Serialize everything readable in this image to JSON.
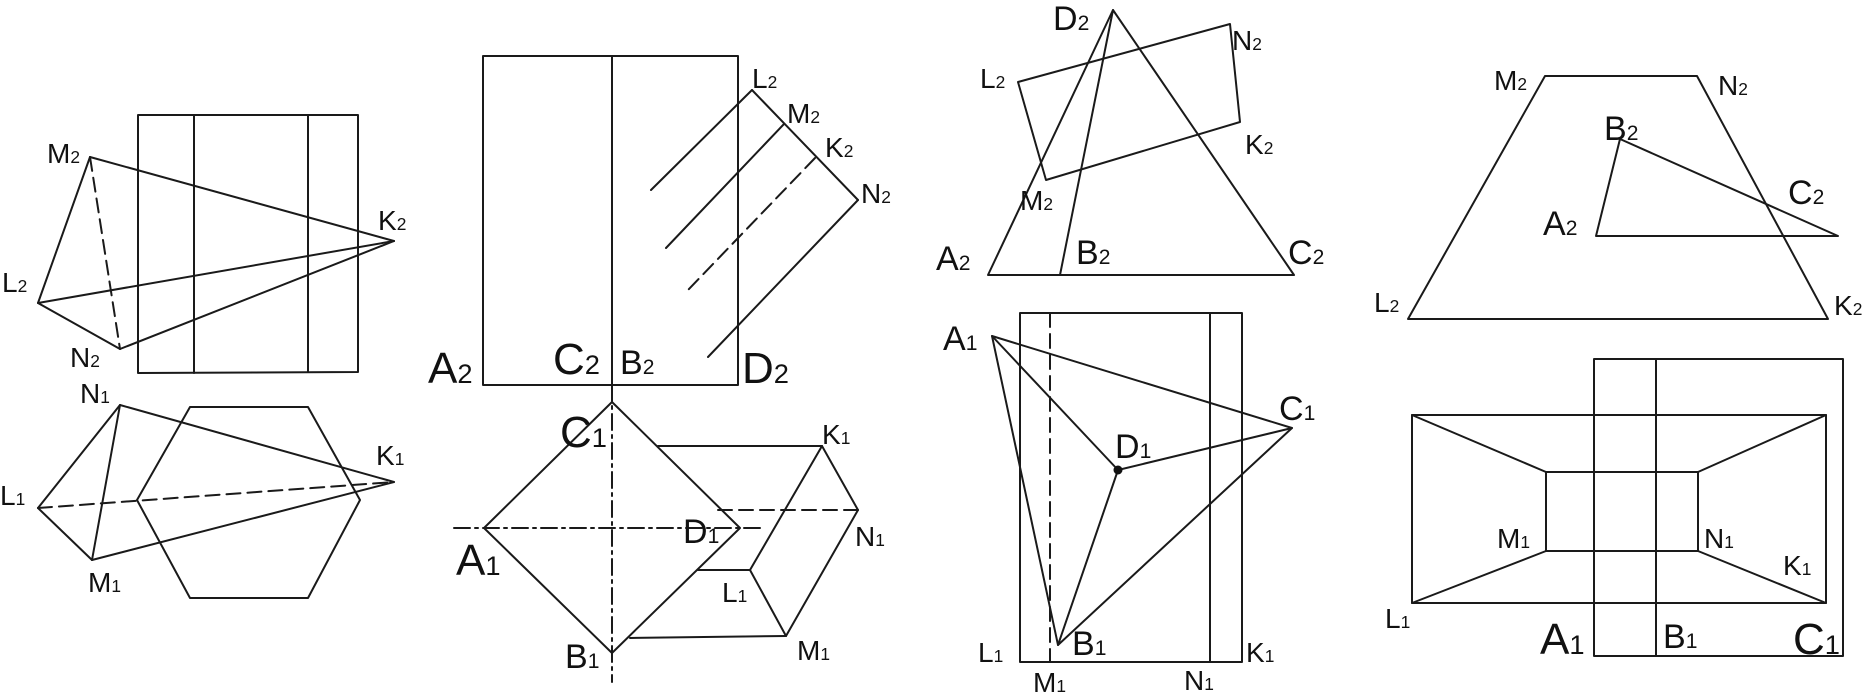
{
  "figures": [
    {
      "id": "fig1",
      "labels": {
        "M2": {
          "letter": "M",
          "index": "2"
        },
        "K2": {
          "letter": "K",
          "index": "2"
        },
        "L2": {
          "letter": "L",
          "index": "2"
        },
        "N2": {
          "letter": "N",
          "index": "2"
        },
        "N1": {
          "letter": "N",
          "index": "1"
        },
        "K1": {
          "letter": "K",
          "index": "1"
        },
        "L1": {
          "letter": "L",
          "index": "1"
        },
        "M1": {
          "letter": "M",
          "index": "1"
        }
      }
    },
    {
      "id": "fig2",
      "labels": {
        "L2": {
          "letter": "L",
          "index": "2"
        },
        "M2": {
          "letter": "M",
          "index": "2"
        },
        "K2": {
          "letter": "K",
          "index": "2"
        },
        "N2": {
          "letter": "N",
          "index": "2"
        },
        "A2": {
          "letter": "A",
          "index": "2"
        },
        "C2": {
          "letter": "C",
          "index": "2"
        },
        "B2": {
          "letter": "B",
          "index": "2"
        },
        "D2": {
          "letter": "D",
          "index": "2"
        },
        "C1": {
          "letter": "C",
          "index": "1"
        },
        "K1": {
          "letter": "K",
          "index": "1"
        },
        "A1": {
          "letter": "A",
          "index": "1"
        },
        "D1": {
          "letter": "D",
          "index": "1"
        },
        "N1": {
          "letter": "N",
          "index": "1"
        },
        "L1": {
          "letter": "L",
          "index": "1"
        },
        "B1": {
          "letter": "B",
          "index": "1"
        },
        "M1": {
          "letter": "M",
          "index": "1"
        }
      }
    },
    {
      "id": "fig3",
      "labels": {
        "D2": {
          "letter": "D",
          "index": "2"
        },
        "N2": {
          "letter": "N",
          "index": "2"
        },
        "L2": {
          "letter": "L",
          "index": "2"
        },
        "K2": {
          "letter": "K",
          "index": "2"
        },
        "M2": {
          "letter": "M",
          "index": "2"
        },
        "A2": {
          "letter": "A",
          "index": "2"
        },
        "B2": {
          "letter": "B",
          "index": "2"
        },
        "C2": {
          "letter": "C",
          "index": "2"
        },
        "A1": {
          "letter": "A",
          "index": "1"
        },
        "C1": {
          "letter": "C",
          "index": "1"
        },
        "D1": {
          "letter": "D",
          "index": "1"
        },
        "L1": {
          "letter": "L",
          "index": "1"
        },
        "B1": {
          "letter": "B",
          "index": "1"
        },
        "K1": {
          "letter": "K",
          "index": "1"
        },
        "M1": {
          "letter": "M",
          "index": "1"
        },
        "N1": {
          "letter": "N",
          "index": "1"
        }
      }
    },
    {
      "id": "fig4",
      "labels": {
        "M2": {
          "letter": "M",
          "index": "2"
        },
        "N2": {
          "letter": "N",
          "index": "2"
        },
        "B2": {
          "letter": "B",
          "index": "2"
        },
        "C2": {
          "letter": "C",
          "index": "2"
        },
        "A2": {
          "letter": "A",
          "index": "2"
        },
        "L2": {
          "letter": "L",
          "index": "2"
        },
        "K2": {
          "letter": "K",
          "index": "2"
        },
        "M1": {
          "letter": "M",
          "index": "1"
        },
        "N1": {
          "letter": "N",
          "index": "1"
        },
        "K1": {
          "letter": "K",
          "index": "1"
        },
        "L1": {
          "letter": "L",
          "index": "1"
        },
        "A1": {
          "letter": "A",
          "index": "1"
        },
        "B1": {
          "letter": "B",
          "index": "1"
        },
        "C1": {
          "letter": "C",
          "index": "1"
        }
      }
    }
  ]
}
